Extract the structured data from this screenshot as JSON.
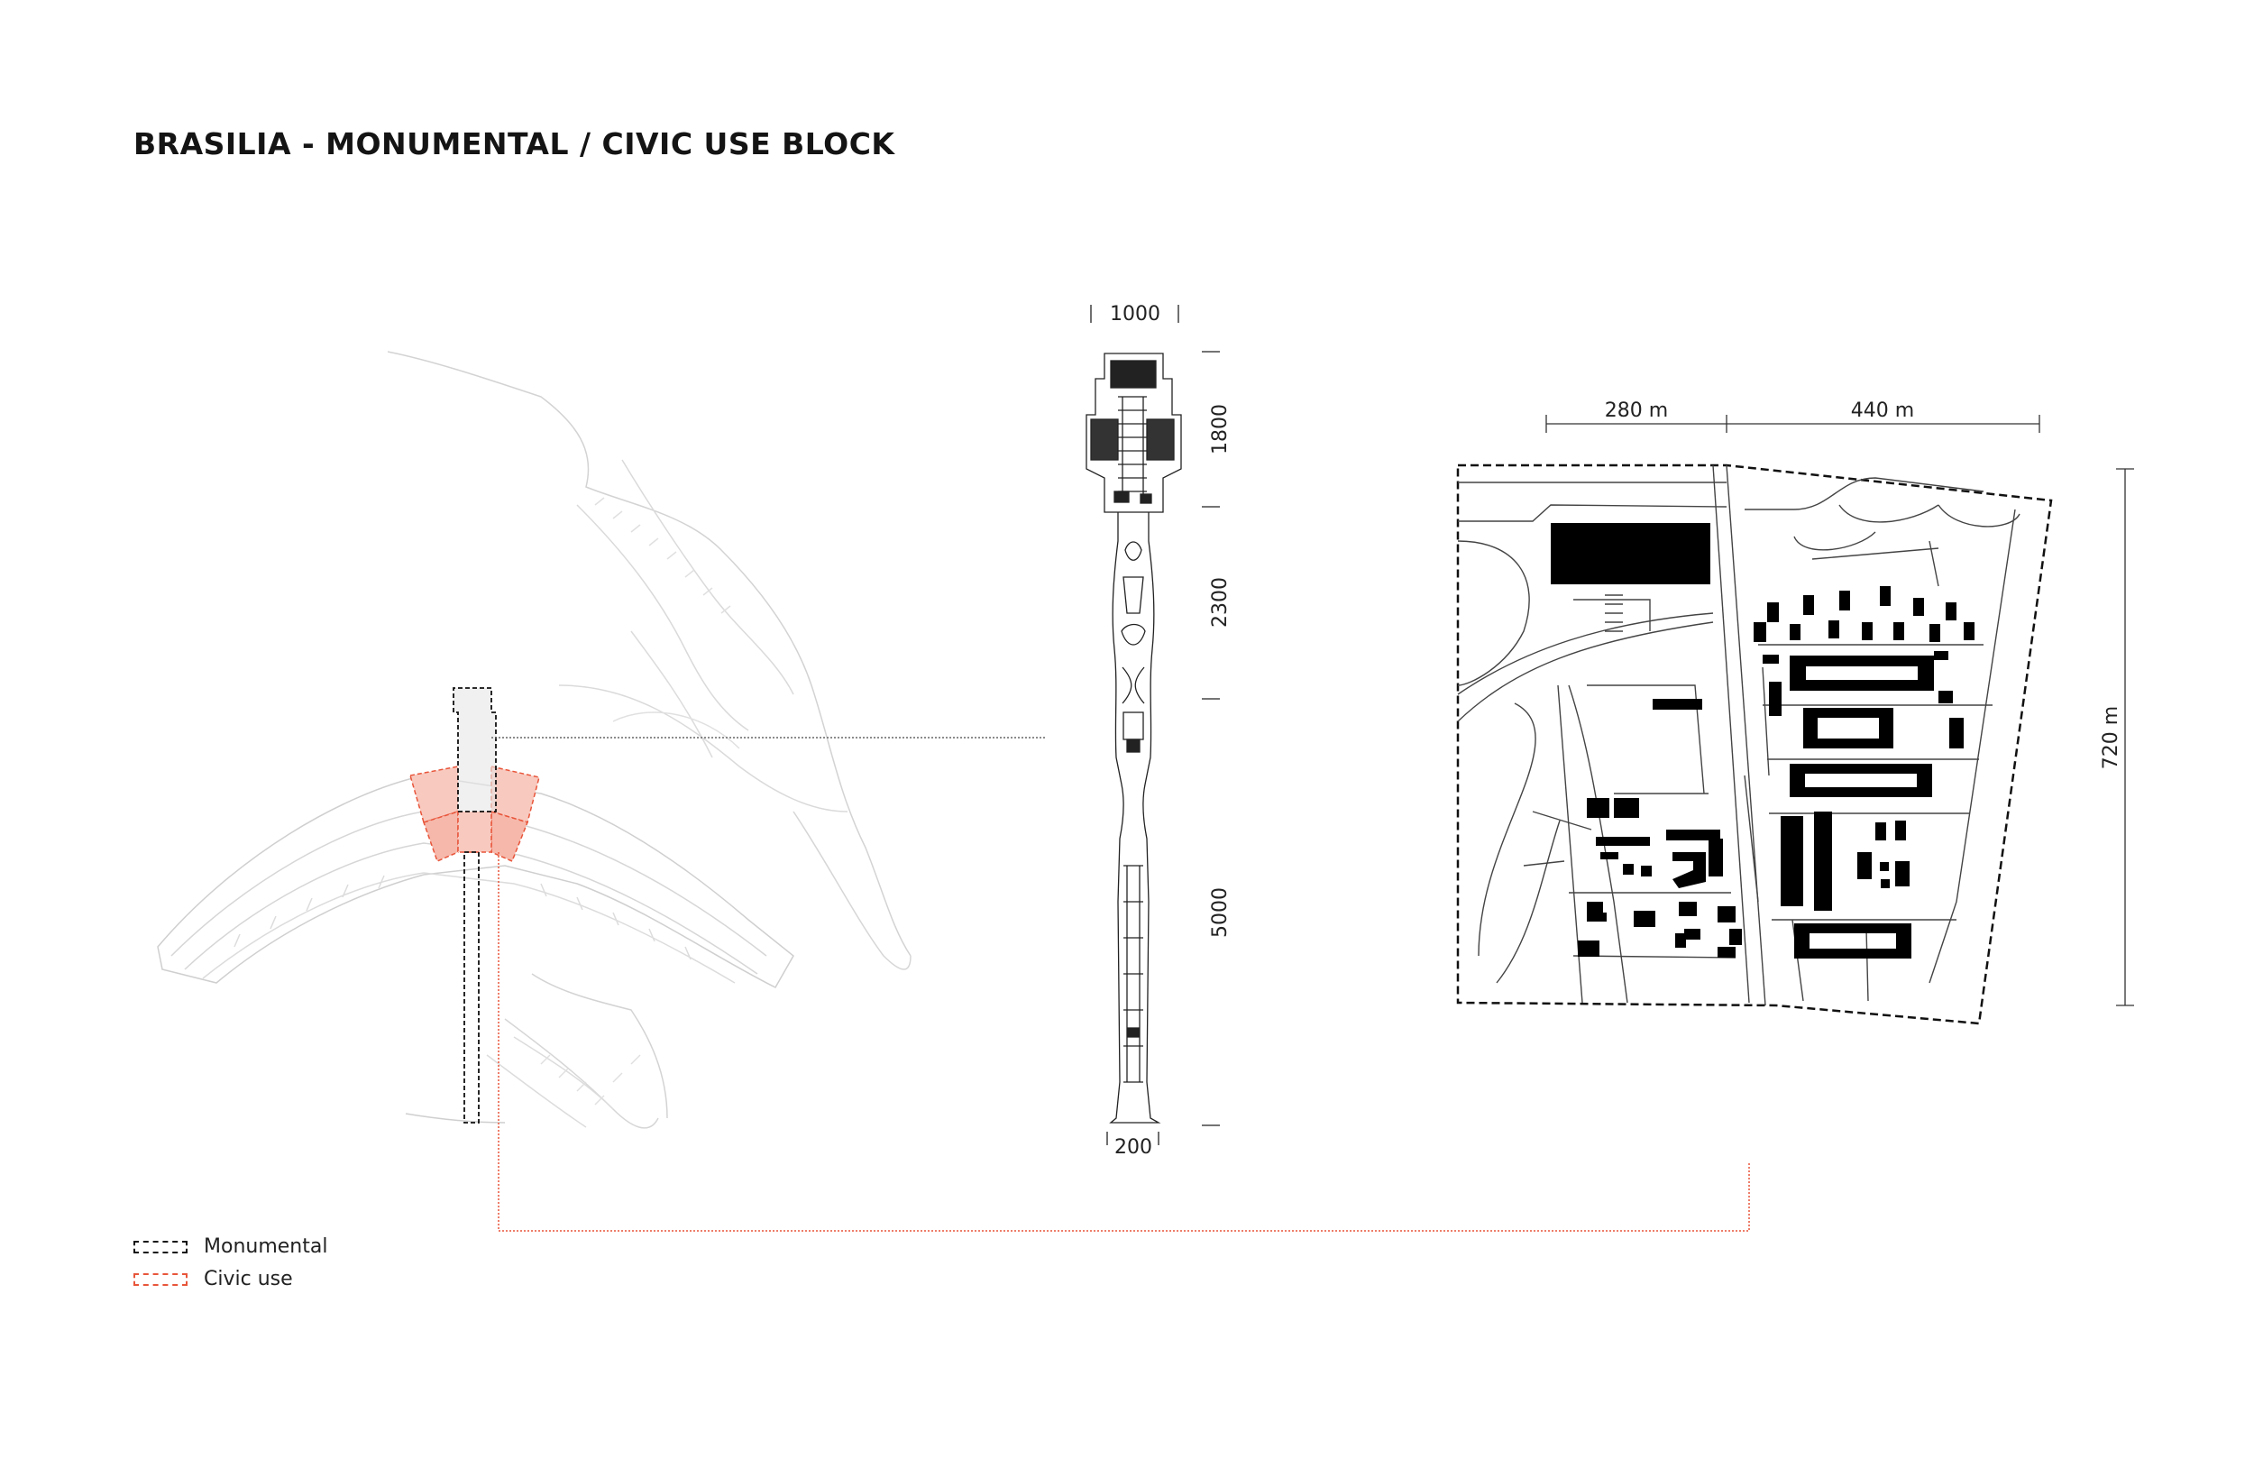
{
  "title": "BRASILIA - MONUMENTAL / CIVIC USE BLOCK",
  "dimensions": {
    "axis_width": "1000",
    "axis_segment_1": "1800",
    "axis_segment_2": "2300",
    "axis_segment_3": "5000",
    "axis_base": "200",
    "block_width_left": "280 m",
    "block_width_right": "440 m",
    "block_height": "720 m"
  },
  "legend": {
    "monumental": {
      "label": "Monumental",
      "color": "#111111"
    },
    "civic": {
      "label": "Civic use",
      "color": "#e8553a"
    }
  },
  "colors": {
    "civic_fill": "#f8c9bf",
    "map_lines": "#c9c9c9",
    "building_fill": "#000000"
  }
}
